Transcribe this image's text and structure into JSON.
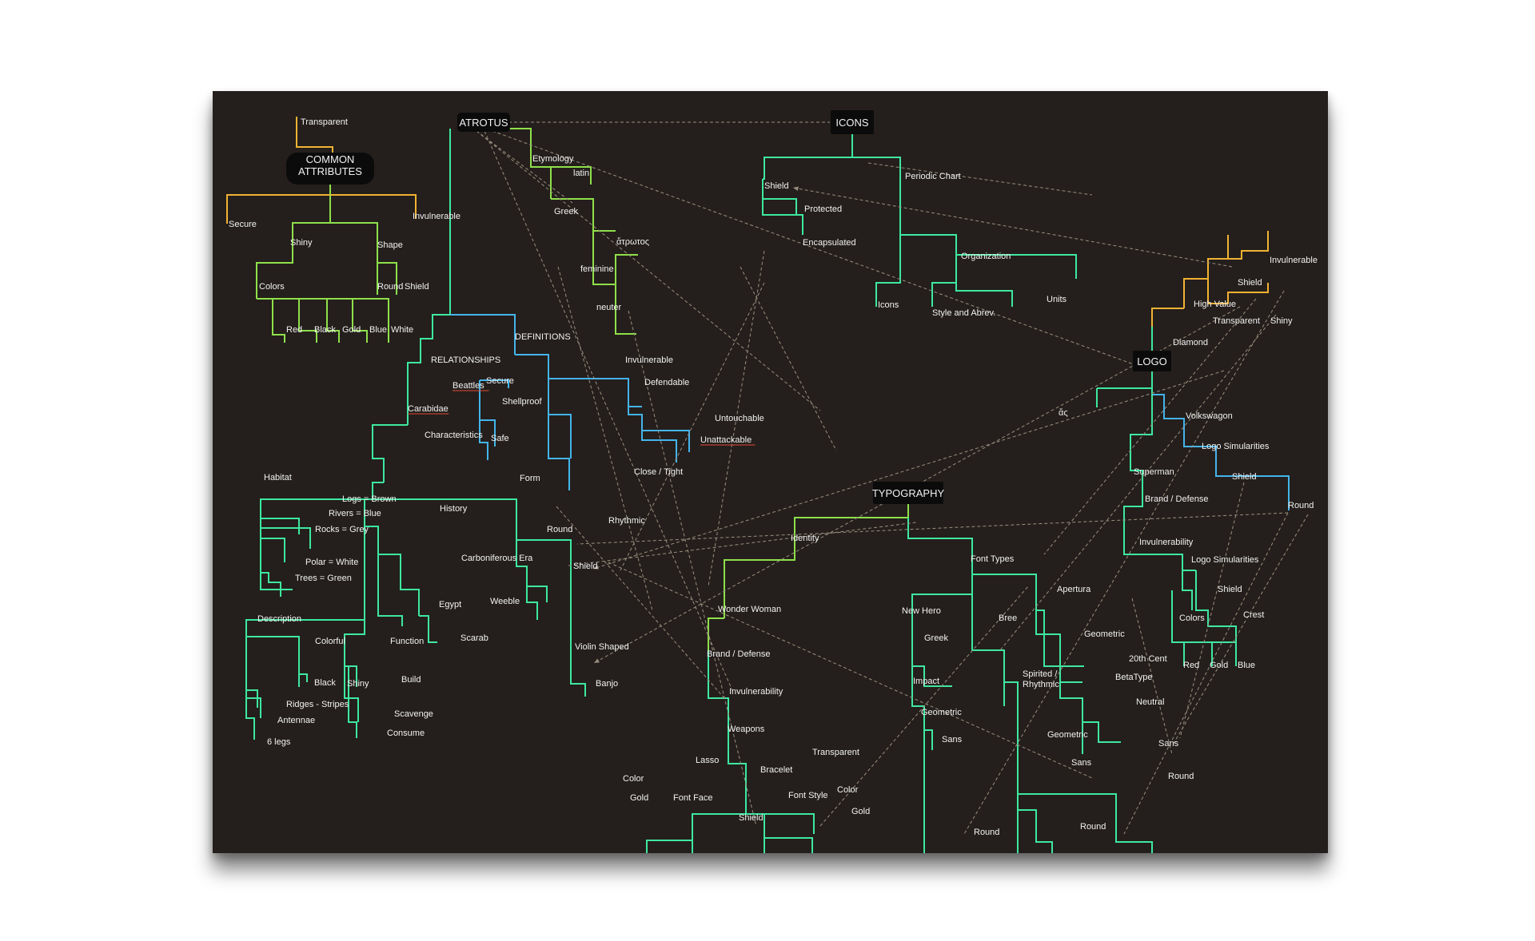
{
  "colors": {
    "board": "#241f1c",
    "green": "#3ee8a0",
    "lime": "#8fe04a",
    "blue": "#44b4ec",
    "orange": "#f2b233",
    "dash": "#9a8f7f",
    "underline": "#e24a3a"
  },
  "hubs": {
    "atrotus": "ATROTUS",
    "icons": "ICONS",
    "common": [
      "COMMON",
      "ATTRIBUTES"
    ],
    "logo": "LOGO",
    "typography": "TYPOGRAPHY"
  },
  "common_attributes": {
    "transparent": "Transparent",
    "secure": "Secure",
    "invulnerable": "Invulnerable",
    "shiny": "Shiny",
    "shape": "Shape",
    "colors": "Colors",
    "round": "Round",
    "shield": "Shield",
    "color_list": [
      "Red",
      "Black",
      "Gold",
      "Blue",
      "White"
    ]
  },
  "atrotus": {
    "etymology": "Etymology",
    "latin": "latin",
    "greek": "Greek",
    "greek_word": "ἄτρωτος",
    "feminine": "feminine",
    "neuter": "neuter",
    "definitions": "DEFINITIONS",
    "relationships": "RELATIONSHIPS",
    "beattles": "Beattles",
    "carabidae": "Carabidae",
    "characteristics": "Characteristics"
  },
  "definitions": {
    "invulnerable": "Invulnerable",
    "secure": "Secure",
    "shellproof": "Shellproof",
    "safe": "Safe",
    "defendable": "Defendable",
    "untouchable": "Untouchable",
    "unattackable": "Unattackable",
    "close_tight": "Close / Tight"
  },
  "characteristics": {
    "habitat": "Habitat",
    "habitat_items": [
      "Logs = Brown",
      "Rivers = Blue",
      "Rocks = Grey",
      "Polar = White",
      "Trees = Green"
    ],
    "history": "History",
    "carboniferous": "Carboniferous Era",
    "egypt": "Egypt",
    "weeble": "Weeble",
    "scarab": "Scarab",
    "form": "Form",
    "round": "Round",
    "rhythmic": "Rhythmic",
    "shield": "Shield",
    "violin": "Violin Shaped",
    "banjo": "Banjo",
    "description": "Description",
    "colorful": "Colorful",
    "black": "Black",
    "shiny": "Shiny",
    "ridges": "Ridges - Stripes",
    "antennae": "Antennae",
    "six_legs": "6 legs",
    "function": "Function",
    "build": "Build",
    "scavenge": "Scavenge",
    "consume": "Consume"
  },
  "icons_branch": {
    "shield": "Shield",
    "protected": "Protected",
    "encapsulated": "Encapsulated",
    "periodic": "Periodic Chart",
    "organization": "Organization",
    "icons": "Icons",
    "style": "Style and Abrev.",
    "units": "Units"
  },
  "logo_branch": {
    "invulnerable": "Invulnerable",
    "shield": "Shield",
    "high_value": "High Value",
    "transparent": "Transparent",
    "shiny": "Shiny",
    "diamond": "Diamond",
    "greek": "ἄς",
    "volkswagon": "Volkswagon",
    "logo_sim": "Logo Simularities",
    "shield2": "Shield",
    "round": "Round",
    "superman": "Superman",
    "brand": "Brand / Defense",
    "invulnerability": "Invulnerability",
    "logo_sim2": "Logo Simularities",
    "shield3": "Shield",
    "crest": "Crest",
    "colors": "Colors",
    "red": "Red",
    "gold": "Gold",
    "blue": "Blue"
  },
  "typography_branch": {
    "identity": "Identity",
    "wonder": "Wonder Woman",
    "brand": "Brand / Defense",
    "invulnerability": "Invulnerability",
    "weapons": "Weapons",
    "transparent": "Transparent",
    "lasso": "Lasso",
    "bracelet": "Bracelet",
    "color": "Color",
    "gold": "Gold",
    "font_face": "Font Face",
    "shield": "Shield",
    "font_style": "Font Style",
    "color2": "Color",
    "gold2": "Gold",
    "font_types": "Font Types",
    "new_hero": "New Hero",
    "greek": "Greek",
    "impact": "Impact",
    "geometric": "Geometric",
    "sans": "Sans",
    "round": "Round",
    "bree": "Bree",
    "spirited": [
      "Spirited /",
      "Rhythmic"
    ],
    "geometric2": "Geometric",
    "sans2": "Sans",
    "round2": "Round",
    "apertura": "Apertura",
    "geometric3": "Geometric",
    "twentieth": "20th Cent",
    "betatype": "BetaType",
    "neutral": "Neutral",
    "sans3": "Sans",
    "round3": "Round"
  }
}
